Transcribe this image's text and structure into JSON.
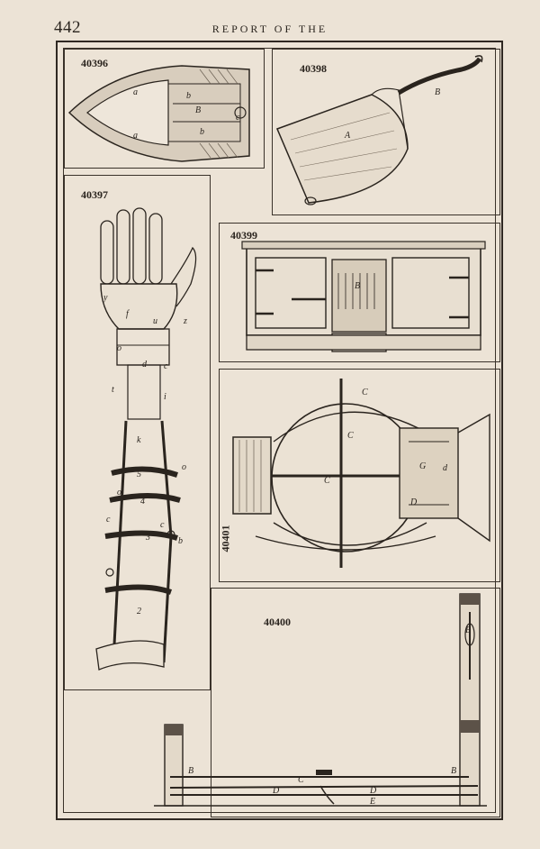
{
  "header": {
    "page_number": "442",
    "running_head": "REPORT OF THE"
  },
  "figures": {
    "iron": {
      "number": "40396",
      "letters": [
        "a",
        "a",
        "b",
        "b",
        "B",
        "c"
      ],
      "icon": "sad-iron-drawing"
    },
    "dustpan": {
      "number": "40398",
      "letters": [
        "A",
        "B"
      ],
      "icon": "dustpan-drawing"
    },
    "artificial_arm": {
      "number": "40397",
      "letters": [
        "y",
        "f",
        "u",
        "z",
        "o",
        "d",
        "c",
        "t",
        "i",
        "k",
        "5",
        "4",
        "3",
        "2",
        "o",
        "c",
        "c",
        "b",
        "o"
      ],
      "icon": "artificial-arm-drawing"
    },
    "stove": {
      "number": "40399",
      "letters": [
        "B"
      ],
      "icon": "stove-drawing"
    },
    "churn": {
      "number": "40401",
      "letters": [
        "C",
        "C",
        "C",
        "D",
        "G",
        "d"
      ],
      "icon": "barrel-churn-drawing"
    },
    "frame": {
      "number": "40400",
      "letters": [
        "B",
        "B",
        "B",
        "C",
        "D",
        "D",
        "E"
      ],
      "icon": "bed-frame-drawing"
    }
  }
}
